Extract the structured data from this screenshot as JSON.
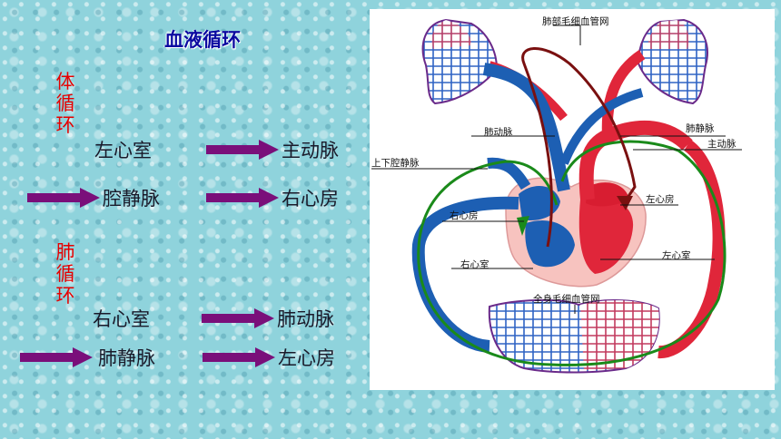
{
  "slide": {
    "title": "血液循环",
    "systemic_label": "体循环",
    "pulmonary_label": "肺循环"
  },
  "systemic_flow": {
    "step1": "左心室",
    "step2": "主动脉",
    "step3": "腔静脉",
    "step4": "右心房"
  },
  "pulmonary_flow": {
    "step1": "右心室",
    "step2": "肺动脉",
    "step3": "肺静脉",
    "step4": "左心房"
  },
  "diagram": {
    "labels": {
      "lung_capillaries": "肺部毛细血管网",
      "pulmonary_artery": "肺动脉",
      "pulmonary_vein": "肺静脉",
      "aorta": "主动脉",
      "vena_cava": "上下腔静脉",
      "left_atrium": "左心房",
      "right_atrium": "右心房",
      "left_ventricle": "左心室",
      "right_ventricle": "右心室",
      "body_capillaries": "全身毛细血管网"
    }
  },
  "colors": {
    "arrow": "#7a0f7a",
    "heading_red": "#e60000",
    "artery_red": "#d7263d",
    "vein_blue": "#1f5fb8",
    "systemic_loop_green": "#1a8a1a",
    "pulmonary_loop_darkred": "#7a1010"
  }
}
